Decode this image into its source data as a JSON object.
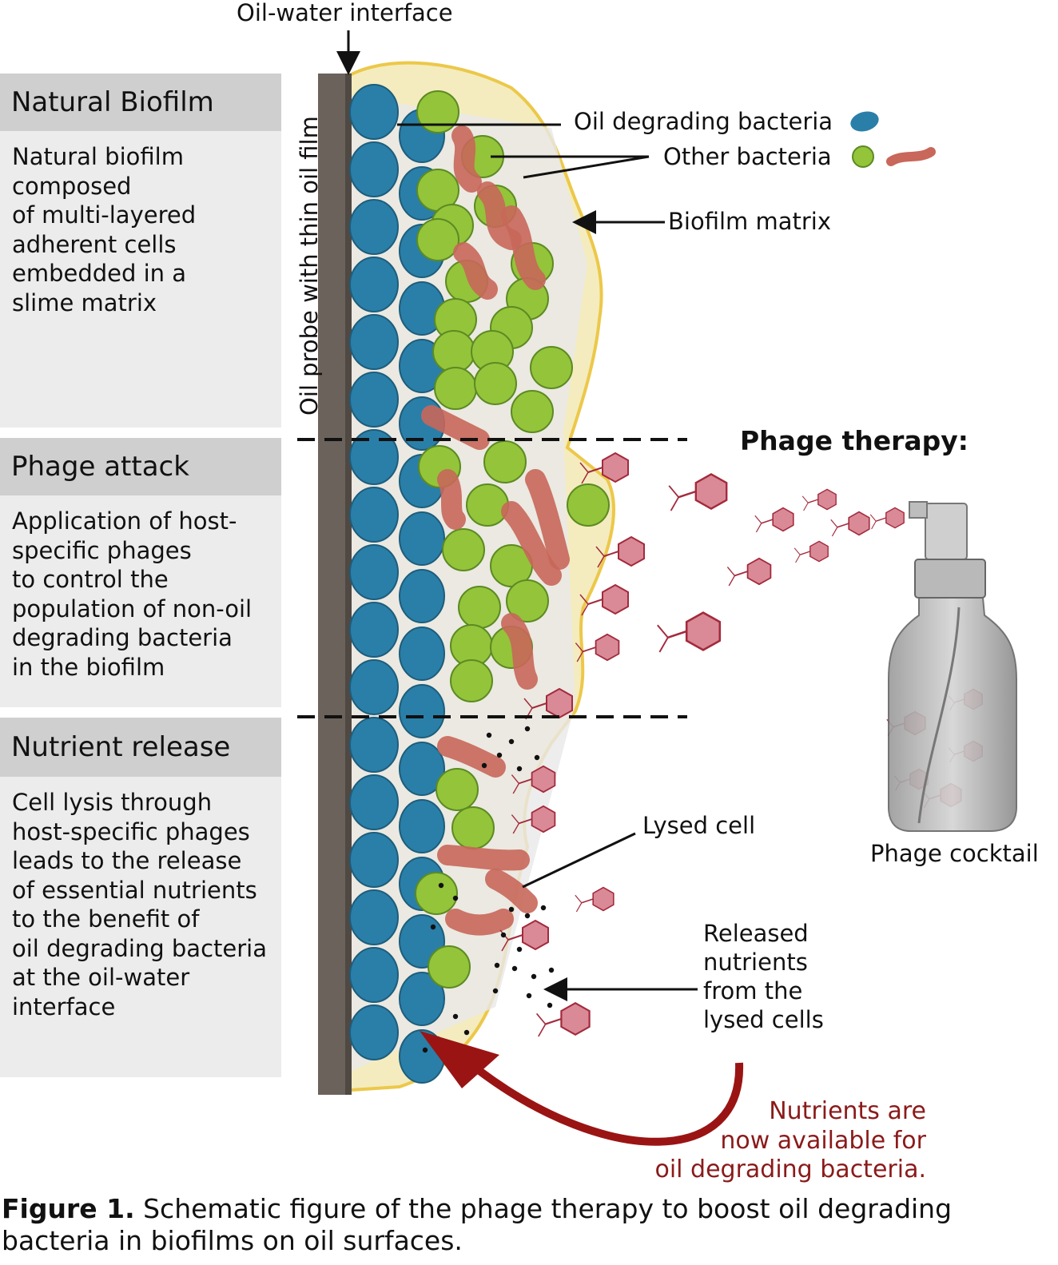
{
  "labels": {
    "interface": "Oil-water interface",
    "probe": "Oil probe with thin oil film",
    "oil_bacteria": "Oil degrading bacteria",
    "other_bacteria": "Other bacteria",
    "matrix": "Biofilm matrix",
    "phage_therapy": "Phage therapy:",
    "phage_cocktail": "Phage cocktail",
    "lysed_cell": "Lysed cell",
    "released": "Released\nnutrients\nfrom the\nlysed cells",
    "red_note": "Nutrients are\nnow available for\noil degrading bacteria."
  },
  "panels": [
    {
      "title": "Natural Biofilm",
      "text": "Natural biofilm\ncomposed\nof multi-layered\nadherent cells\nembedded in a\nslime matrix"
    },
    {
      "title": "Phage attack",
      "text": "Application of host-\nspecific phages\nto control the\npopulation of non-oil\ndegrading bacteria\nin the biofilm"
    },
    {
      "title": "Nutrient release",
      "text": "Cell lysis through\nhost-specific phages\nleads to the release\nof essential nutrients\nto the benefit of\noil degrading bacteria\nat the oil-water\ninterface"
    }
  ],
  "caption": {
    "label": "Figure 1.",
    "text": " Schematic figure of the phage therapy to boost oil degrading bacteria in biofilms on oil surfaces."
  },
  "colors": {
    "oil_bacteria": "#2a7fa8",
    "other_green": "#93c43a",
    "other_red": "#c8675a",
    "matrix": "#f1dc6a",
    "probe": "#6b625c",
    "phage": "#a32a3c",
    "arrow_red": "#9a1414"
  }
}
